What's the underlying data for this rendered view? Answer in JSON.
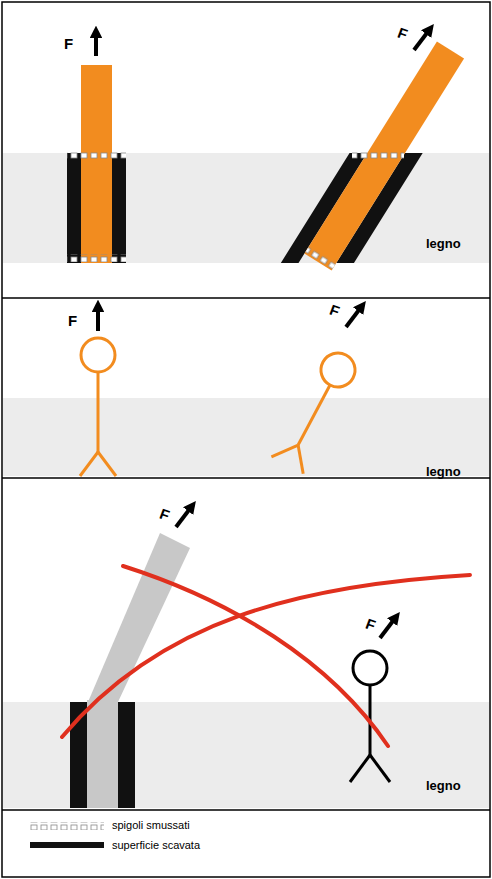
{
  "diagram": {
    "labels": [
      "F",
      "F",
      "legno",
      "F",
      "F",
      "legno",
      "F",
      "F",
      "legno"
    ],
    "legend": [
      {
        "text": "spigoli smussati"
      },
      {
        "text": "superficie scavata"
      }
    ]
  }
}
